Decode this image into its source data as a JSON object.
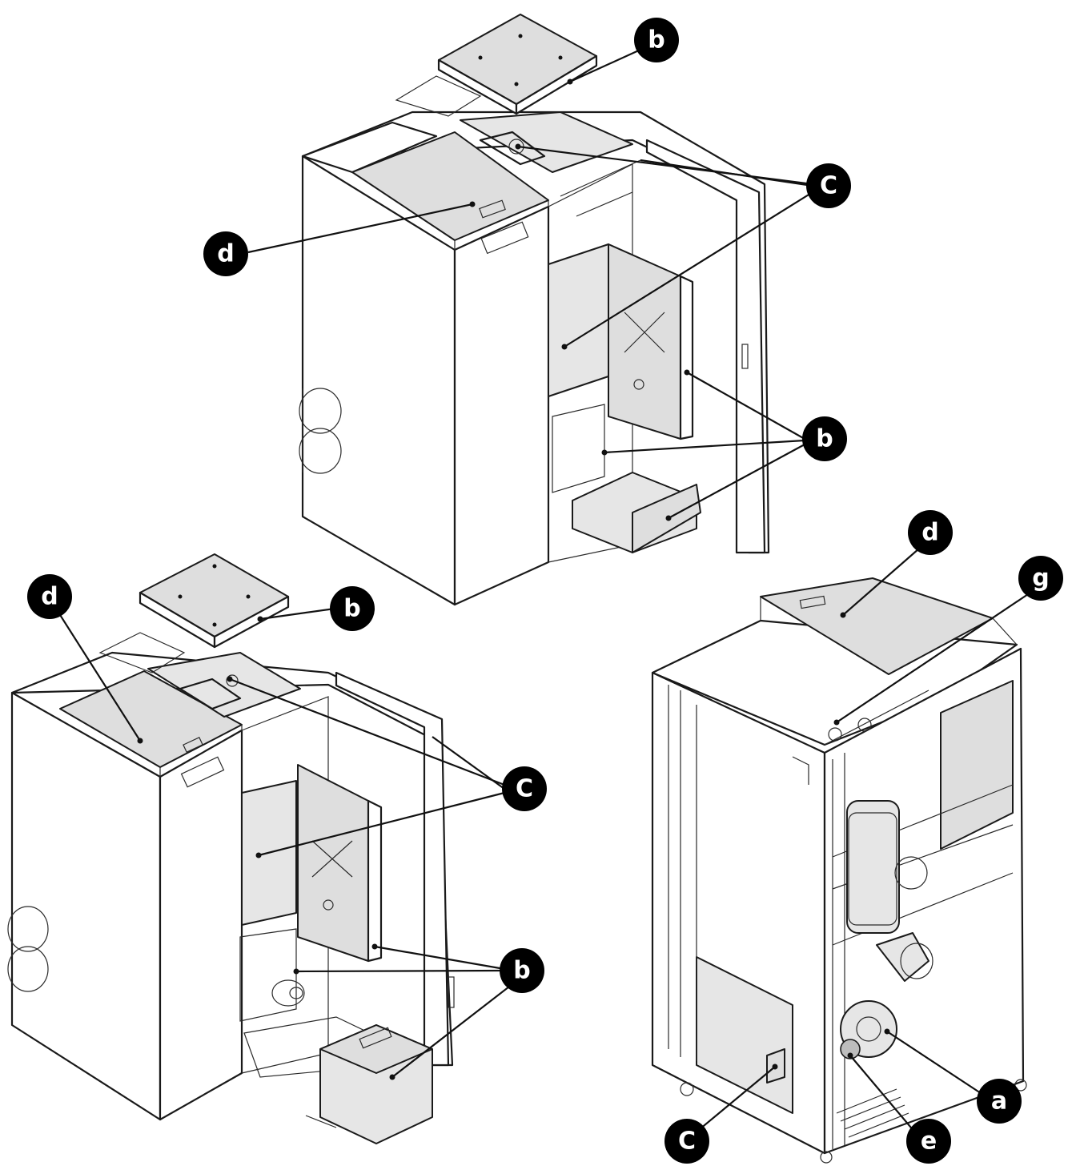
{
  "callouts": {
    "top_b_top": "b",
    "top_c": "C",
    "top_d": "d",
    "top_b_right": "b",
    "bottom_left_d": "d",
    "bottom_left_b_top": "b",
    "bottom_left_c": "C",
    "bottom_left_b_right": "b",
    "bottom_right_d": "d",
    "bottom_right_g": "g",
    "bottom_right_a": "a",
    "bottom_right_e": "e",
    "bottom_right_c": "C"
  },
  "colors": {
    "panel": "#dedede",
    "callout": "#000000",
    "line": "#1a1a1a"
  }
}
